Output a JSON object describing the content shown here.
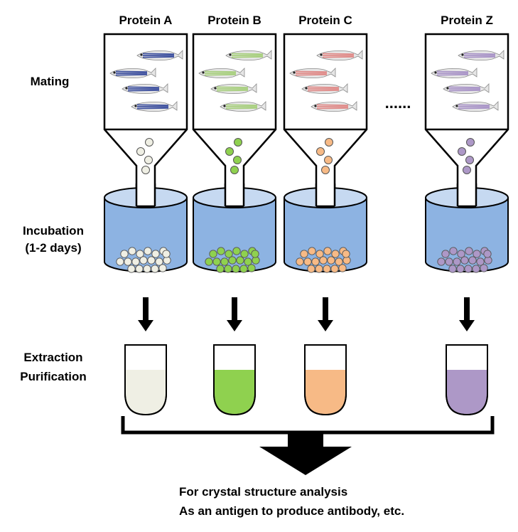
{
  "stages": {
    "mating": "Mating",
    "incubation_1": "Incubation",
    "incubation_2": "(1-2 days)",
    "extraction": "Extraction",
    "purification": "Purification"
  },
  "columns": [
    {
      "label": "Protein A",
      "color": "#efefe4",
      "fish_stripe": "#3c4f9e"
    },
    {
      "label": "Protein B",
      "color": "#8fd14f",
      "fish_stripe": "#a7cf7d"
    },
    {
      "label": "Protein C",
      "color": "#f7ba86",
      "fish_stripe": "#e08a88"
    },
    {
      "label": "Protein Z",
      "color": "#ad98c7",
      "fish_stripe": "#a893c7"
    }
  ],
  "ellipsis": "......",
  "outputs": {
    "line1": "For crystal structure analysis",
    "line2": "As an antigen to produce antibody, etc."
  },
  "colors": {
    "water": "#8db3e2",
    "water_top": "#c6d9f1",
    "stroke": "#000000"
  }
}
